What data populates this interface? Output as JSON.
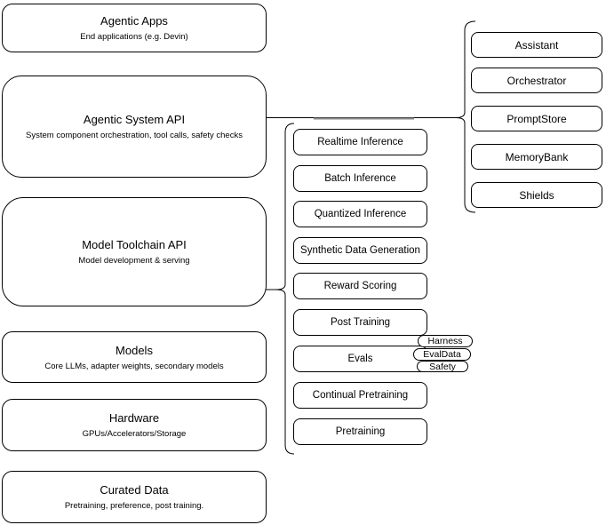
{
  "diagram": {
    "layers": [
      {
        "title": "Agentic Apps",
        "subtitle": "End applications (e.g. Devin)"
      },
      {
        "title": "Agentic System API",
        "subtitle": "System component orchestration, tool calls, safety checks"
      },
      {
        "title": "Model Toolchain API",
        "subtitle": "Model development & serving"
      },
      {
        "title": "Models",
        "subtitle": "Core LLMs, adapter weights, secondary models"
      },
      {
        "title": "Hardware",
        "subtitle": "GPUs/Accelerators/Storage"
      },
      {
        "title": "Curated Data",
        "subtitle": "Pretraining, preference, post training."
      }
    ],
    "toolchain_services": [
      "Realtime Inference",
      "Batch Inference",
      "Quantized Inference",
      "Synthetic Data Generation",
      "Reward Scoring",
      "Post Training",
      "Evals",
      "Continual Pretraining",
      "Pretraining"
    ],
    "eval_tags": [
      "Harness",
      "EvalData",
      "Safety"
    ],
    "system_components": [
      "Assistant",
      "Orchestrator",
      "PromptStore",
      "MemoryBank",
      "Shields"
    ],
    "colors": {
      "stroke": "#000000",
      "fill": "#ffffff",
      "text": "#000000",
      "overlap_line": "#8a8a8a"
    }
  }
}
